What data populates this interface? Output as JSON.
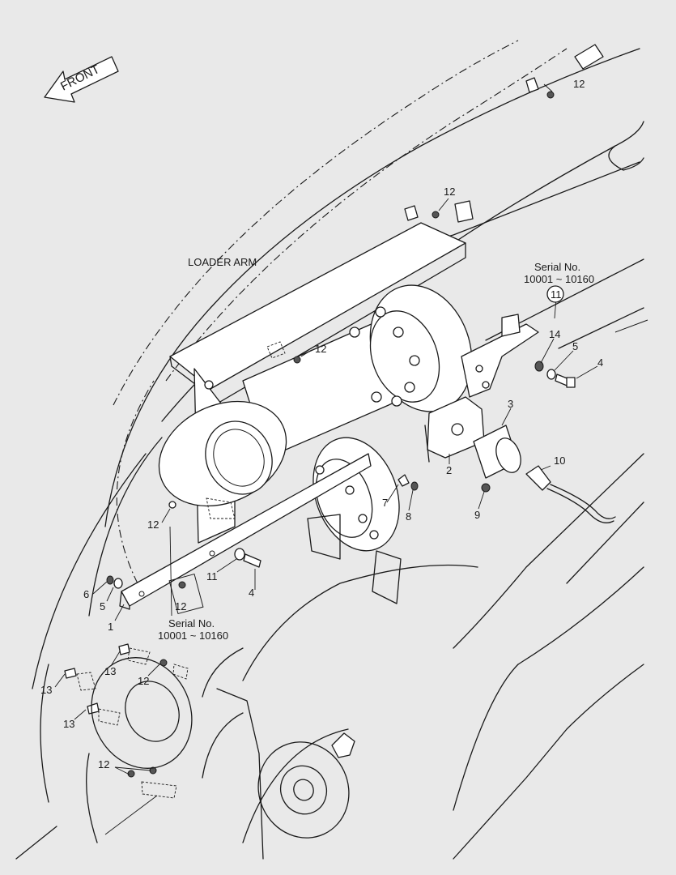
{
  "front_label": "FRONT",
  "loader_arm_label": "LOADER ARM",
  "serial_note_top": {
    "line1": "Serial No.",
    "line2": "10001 ~ 10160"
  },
  "serial_note_bottom": {
    "line1": "Serial No.",
    "line2": "10001 ~ 10160"
  },
  "callouts": {
    "c1": "1",
    "c2": "2",
    "c3": "3",
    "c4a": "4",
    "c4b": "4",
    "c5a": "5",
    "c5b": "5",
    "c6": "6",
    "c7": "7",
    "c8": "8",
    "c9": "9",
    "c10": "10",
    "c11a": "11",
    "c11b": "11",
    "c12a": "12",
    "c12b": "12",
    "c12c": "12",
    "c12d": "12",
    "c12e": "12",
    "c12f": "12",
    "c12g": "12",
    "c13a": "13",
    "c13b": "13",
    "c13c": "13",
    "c14": "14"
  }
}
